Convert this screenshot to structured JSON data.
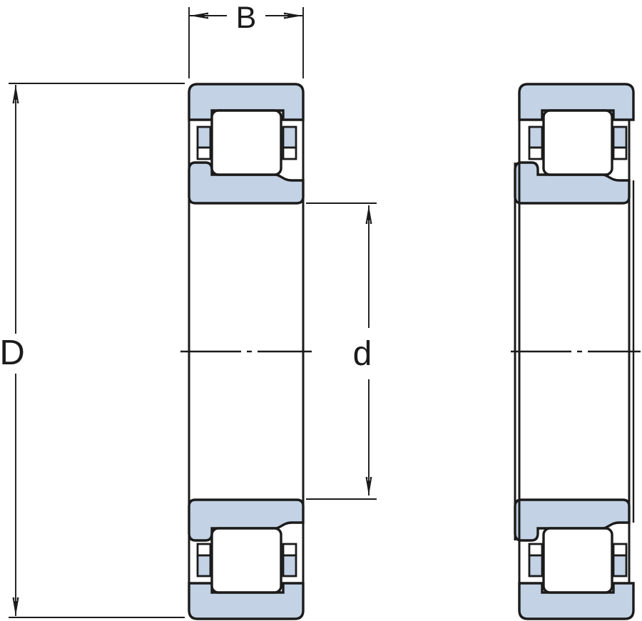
{
  "dimension_labels": {
    "width": "B",
    "outer_diameter": "D",
    "bore_diameter": "d"
  },
  "colors": {
    "ring_fill": "#c3d2e4",
    "outline": "#1b1b1b",
    "background": "#ffffff"
  }
}
